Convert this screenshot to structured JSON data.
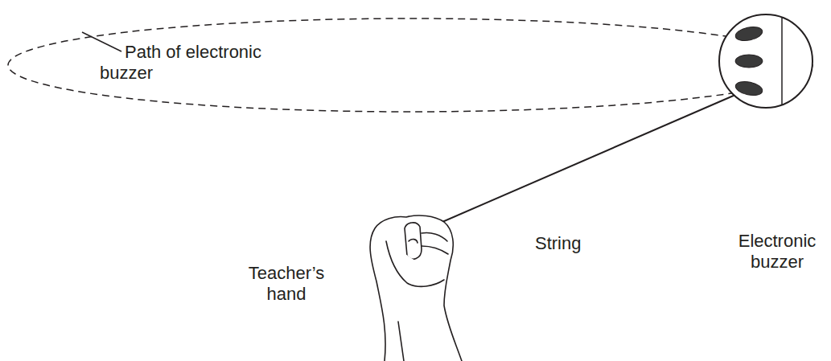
{
  "diagram": {
    "labels": [
      "Path of electronic buzzer",
      "Electronic buzzer",
      "String",
      "Teacher’s hand"
    ]
  }
}
